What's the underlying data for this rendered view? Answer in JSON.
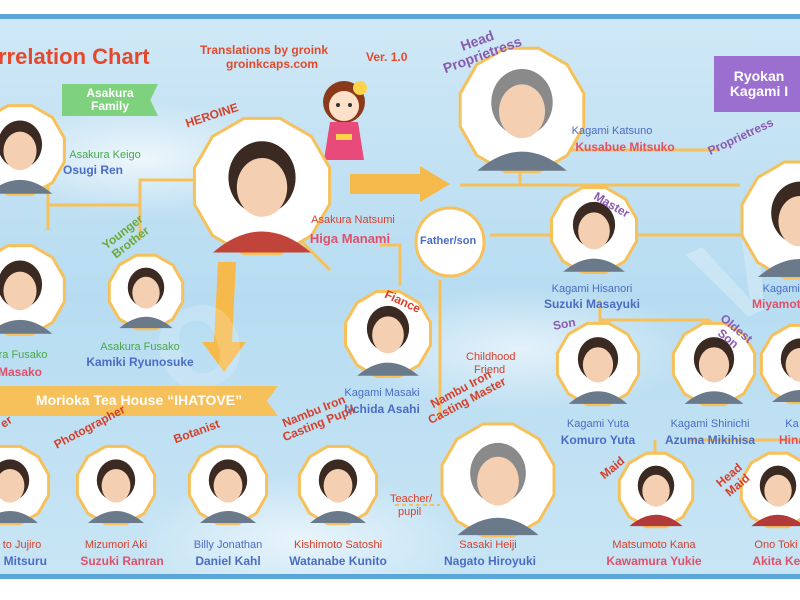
{
  "header": {
    "title": "rrelation Chart",
    "credit_line1": "Translations by groink",
    "credit_line2": "groinkcaps.com",
    "version": "Ver. 1.0"
  },
  "banners": {
    "asakura_family": "Asakura\nFamily",
    "ryokan": "Ryokan\nKagami I",
    "tea_house": "Morioka Tea House “IHATOVE”"
  },
  "relations": {
    "father_son": "Father/son",
    "childhood_friend_1": "Childhood",
    "childhood_friend_2": "Friend",
    "teacher_pupil_1": "Teacher/",
    "teacher_pupil_2": "pupil"
  },
  "characters": [
    {
      "id": "keigo",
      "role": "",
      "name_char": "Asakura Keigo",
      "name_actor": "Osugi Ren"
    },
    {
      "id": "fusako",
      "role": "",
      "name_char": "ura Fusako",
      "name_actor": "Masako"
    },
    {
      "id": "younger",
      "role": "Younger\nBrother",
      "name_char": "Asakura Fusako",
      "name_actor": "Kamiki Ryunosuke"
    },
    {
      "id": "heroine",
      "role": "HEROINE",
      "name_char": "Asakura Natsumi",
      "name_actor": "Higa Manami"
    },
    {
      "id": "katsuno",
      "role": "Head\nProprietress",
      "name_char": "Kagami Katsuno",
      "name_actor": "Kusabue Mitsuko"
    },
    {
      "id": "hisanori",
      "role": "Master",
      "name_char": "Kagami Hisanori",
      "name_actor": "Suzuki Masayuki"
    },
    {
      "id": "proprietress",
      "role": "Proprietress",
      "name_char": "Kagami T",
      "name_actor": "Miyamoto"
    },
    {
      "id": "masaki",
      "role": "Fiance",
      "name_char": "Kagami Masaki",
      "name_actor": "Uchida Asahi"
    },
    {
      "id": "yuta",
      "role": "Son",
      "name_char": "Kagami Yuta",
      "name_actor": "Komuro Yuta"
    },
    {
      "id": "shinichi",
      "role": "Oldest\nSon",
      "name_char": "Kagami Shinichi",
      "name_actor": "Azuma Mikihisa"
    },
    {
      "id": "edge_ka",
      "role": "",
      "name_char": "Ka",
      "name_actor": "Hina"
    },
    {
      "id": "jujiro",
      "role": "er",
      "name_char": "to Jujiro",
      "name_actor": "i Mitsuru"
    },
    {
      "id": "aki",
      "role": "Photographer",
      "name_char": "Mizumori Aki",
      "name_actor": "Suzuki Ranran"
    },
    {
      "id": "billy",
      "role": "Botanist",
      "name_char": "Billy Jonathan",
      "name_actor": "Daniel Kahl"
    },
    {
      "id": "satoshi",
      "role": "Nambu Iron\nCasting Pupil",
      "name_char": "Kishimoto Satoshi",
      "name_actor": "Watanabe Kunito"
    },
    {
      "id": "heiji",
      "role": "Nambu Iron\nCasting Master",
      "name_char": "Sasaki Heiji",
      "name_actor": "Nagato Hiroyuki"
    },
    {
      "id": "kana",
      "role": "Maid",
      "name_char": "Matsumoto Kana",
      "name_actor": "Kawamura Yukie"
    },
    {
      "id": "toki",
      "role": "Head\nMaid",
      "name_char": "Ono Toki",
      "name_actor": "Akita Kei"
    }
  ],
  "colors": {
    "title_red": "#e5482a",
    "char_green": "#4aa84a",
    "actor_red": "#e0506a",
    "actor_blue": "#4a6cc4",
    "role_purple": "#8a5ab0",
    "role_red": "#d6402a",
    "role_green": "#6aaa3a",
    "connector": "#f6c15a",
    "banner_green": "#7ed27e",
    "banner_purple": "#9b6fd0"
  }
}
